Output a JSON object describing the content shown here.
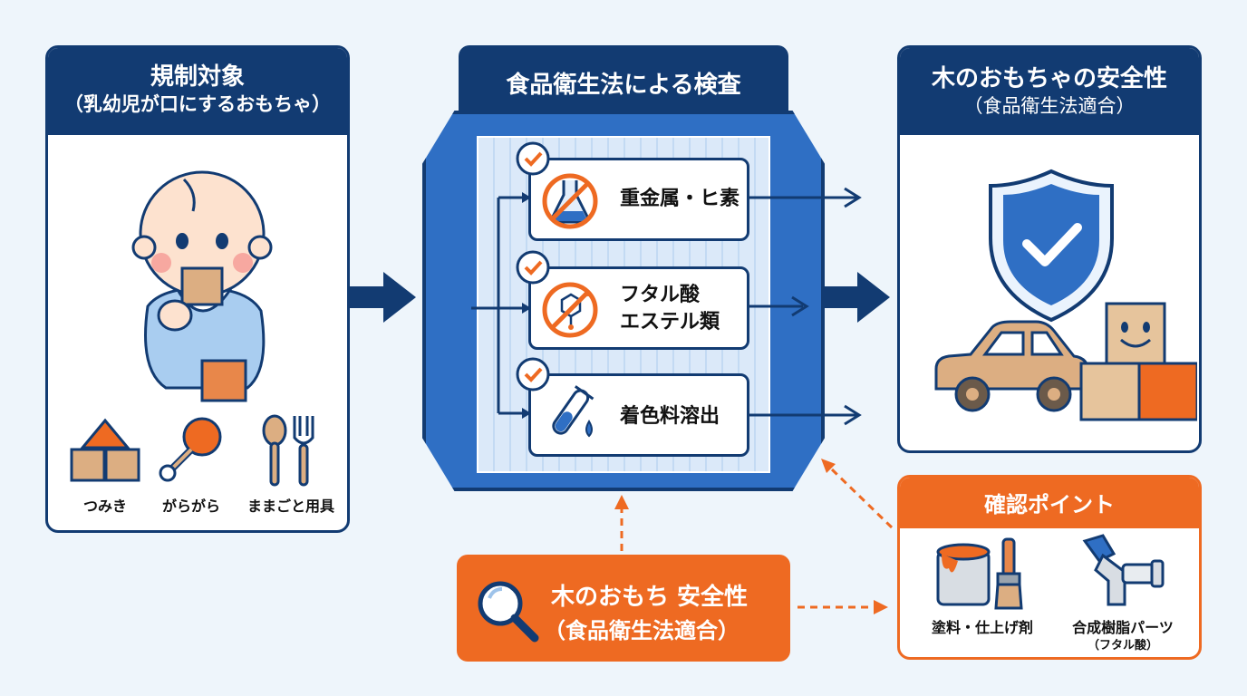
{
  "left_panel": {
    "title": "規制対象",
    "subtitle": "（乳幼児が口にするおもちゃ）",
    "items": [
      {
        "icon": "building-blocks-icon",
        "label": "つみき"
      },
      {
        "icon": "rattle-icon",
        "label": "がらがら"
      },
      {
        "icon": "spoon-fork-icon",
        "label": "ままごと用具"
      }
    ]
  },
  "center_panel": {
    "title": "食品衛生法による検査",
    "checks": [
      {
        "icon": "no-flask-icon",
        "label": "重金属・ヒ素"
      },
      {
        "icon": "no-molecule-icon",
        "label_line1": "フタル酸",
        "label_line2": "エステル類"
      },
      {
        "icon": "test-tube-icon",
        "label": "着色料溶出"
      }
    ]
  },
  "right_panel": {
    "title": "木のおもちゃの安全性",
    "subtitle": "（食品衛生法適合）"
  },
  "confirm_panel": {
    "title": "確認ポイント",
    "items": [
      {
        "icon": "paint-can-brush-icon",
        "label": "塗料・仕上げ剤"
      },
      {
        "icon": "plastic-pipe-icon",
        "label": "合成樹脂パーツ",
        "sublabel": "（フタル酸）"
      }
    ]
  },
  "bottom_box": {
    "icon": "magnifier-icon",
    "line1": "木のおもち 安全性",
    "line2": "（食品衛生法適合）"
  },
  "colors": {
    "navy": "#123b72",
    "blue": "#2f6fc4",
    "orange": "#ee6a22",
    "background": "#eef5fb"
  }
}
